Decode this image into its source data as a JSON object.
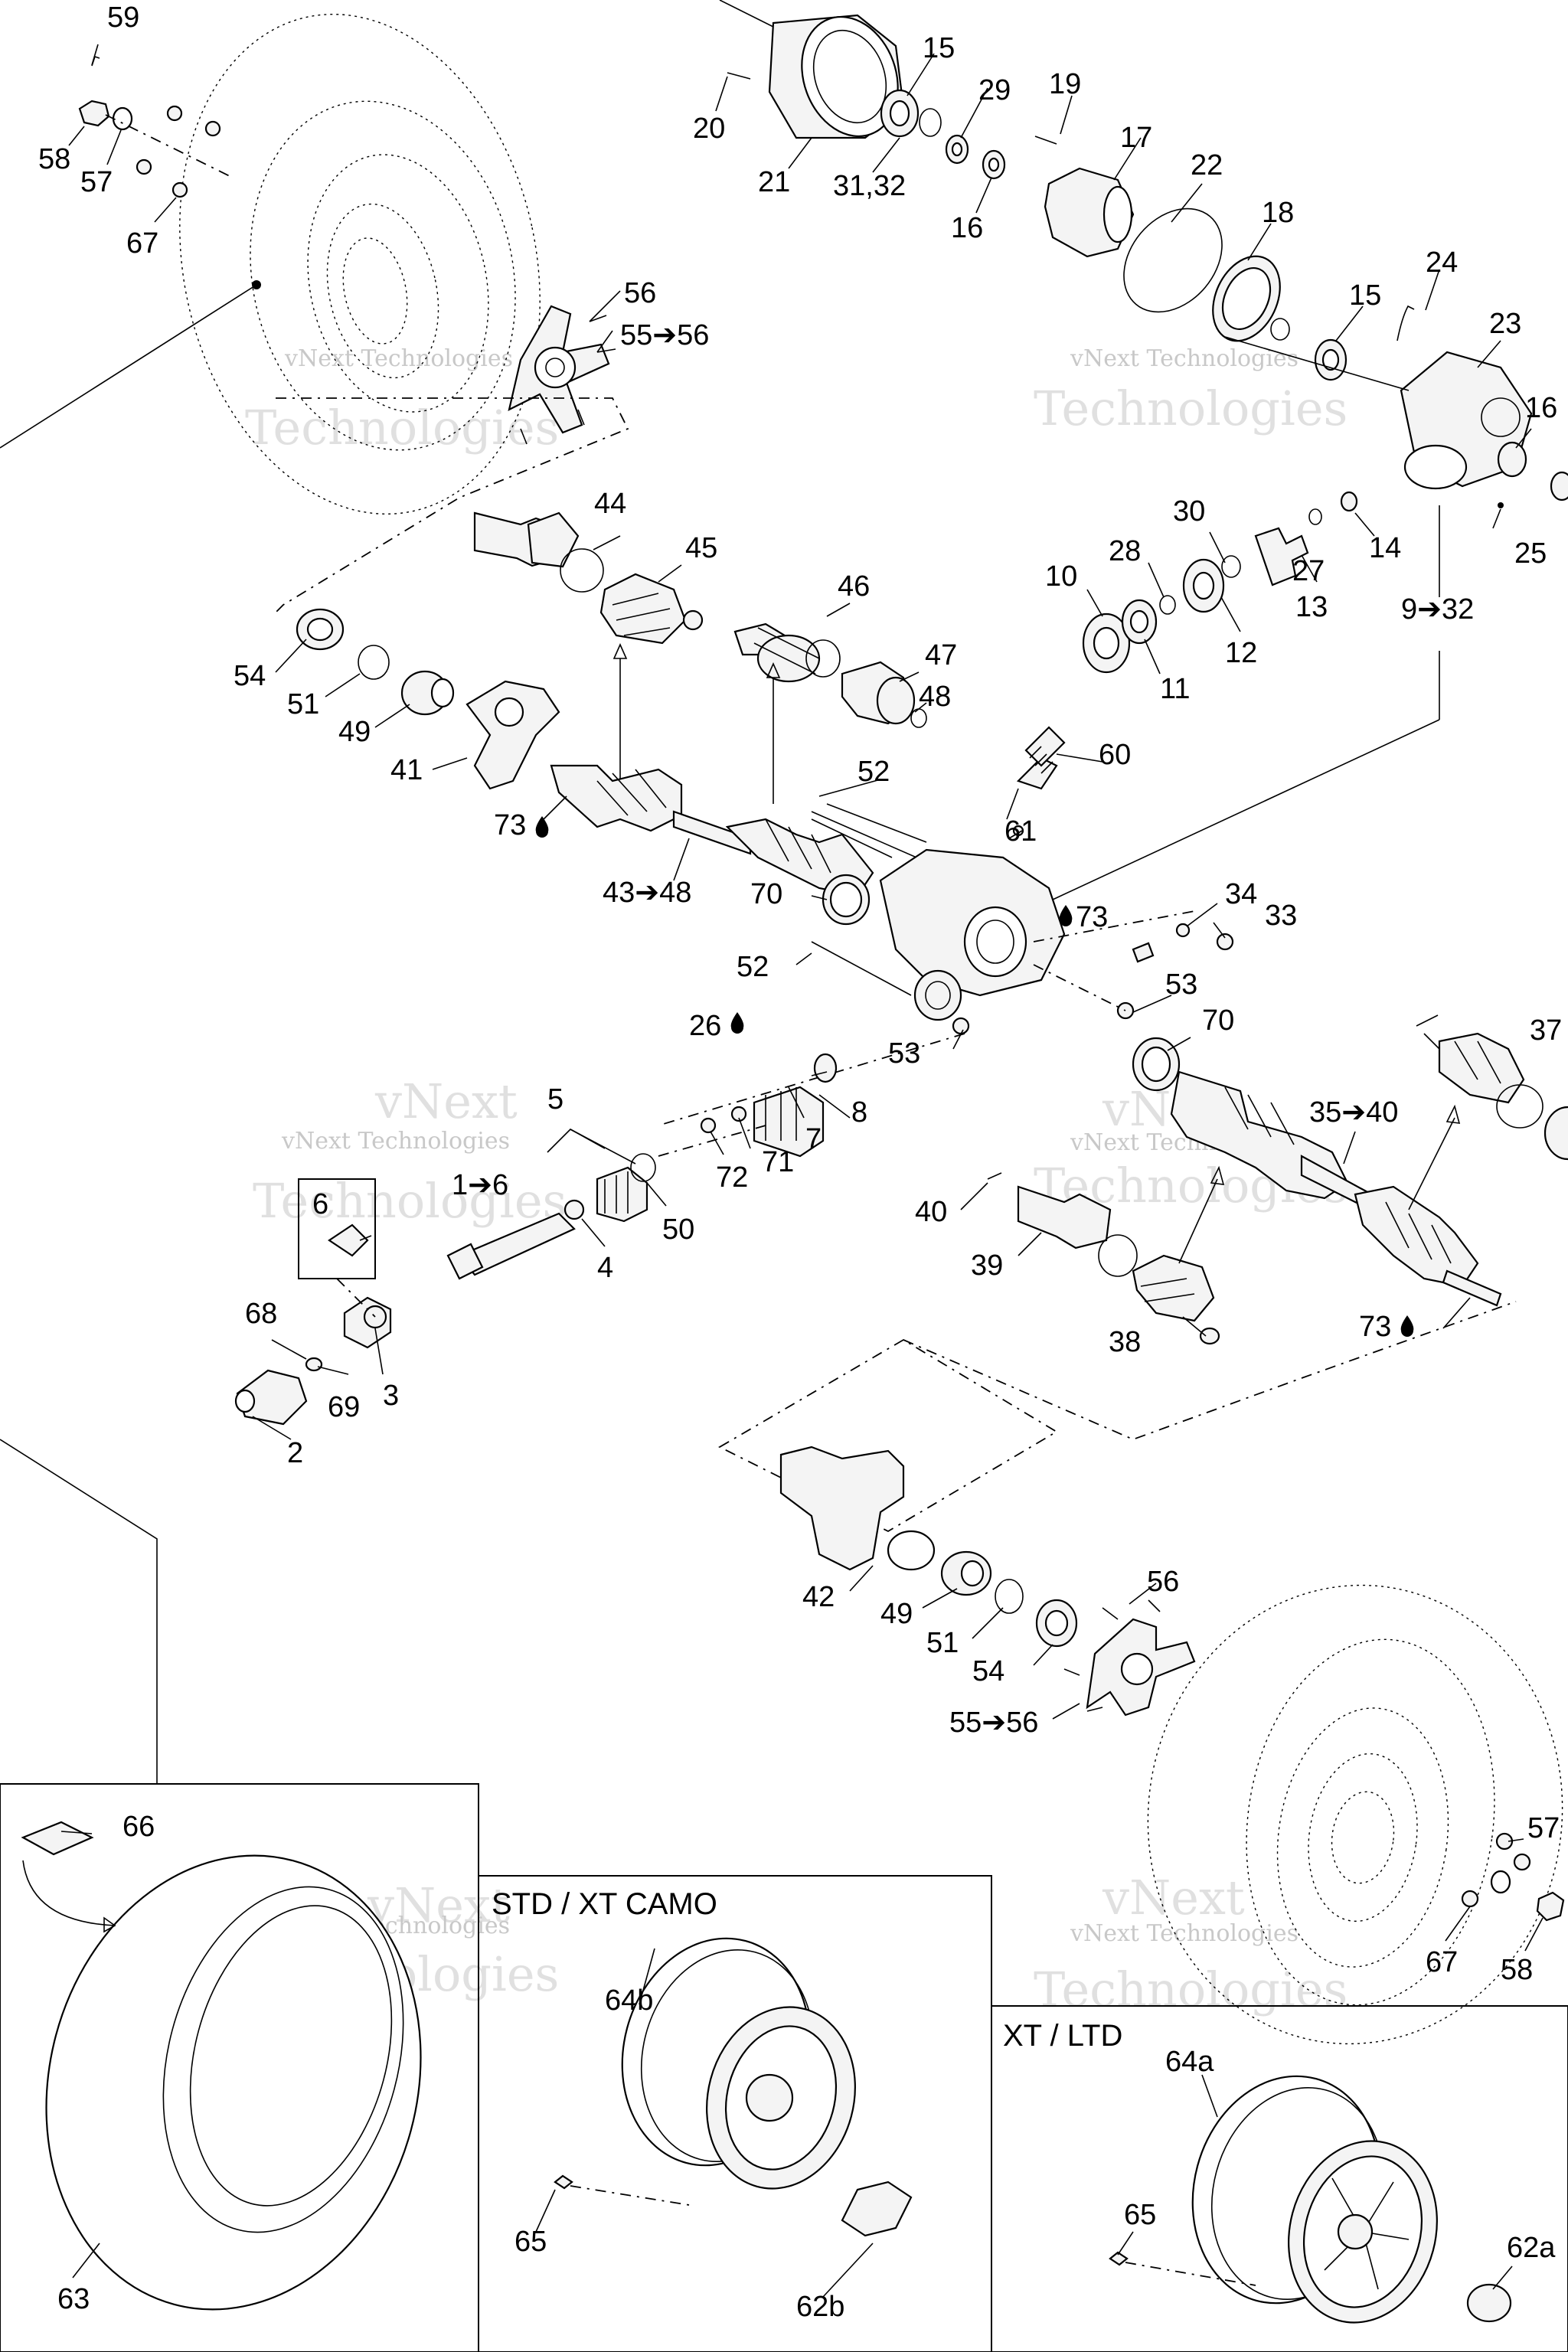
{
  "watermark": {
    "line1": "vNext",
    "line2": "Technologies",
    "line3": "vNext Technologies"
  },
  "boxes": {
    "std": {
      "title": "STD / XT CAMO"
    },
    "xt": {
      "title": "XT / LTD"
    }
  },
  "callouts": [
    {
      "id": "c59",
      "text": "59"
    },
    {
      "id": "c58a",
      "text": "58"
    },
    {
      "id": "c57a",
      "text": "57"
    },
    {
      "id": "c67a",
      "text": "67"
    },
    {
      "id": "c56a",
      "text": "56"
    },
    {
      "id": "c55a",
      "text": "55➔56"
    },
    {
      "id": "c20",
      "text": "20"
    },
    {
      "id": "c21",
      "text": "21"
    },
    {
      "id": "c15a",
      "text": "15"
    },
    {
      "id": "c29",
      "text": "29"
    },
    {
      "id": "c3132",
      "text": "31,32"
    },
    {
      "id": "c16a",
      "text": "16"
    },
    {
      "id": "c19",
      "text": "19"
    },
    {
      "id": "c17",
      "text": "17"
    },
    {
      "id": "c22",
      "text": "22"
    },
    {
      "id": "c18",
      "text": "18"
    },
    {
      "id": "c15b",
      "text": "15"
    },
    {
      "id": "c24",
      "text": "24"
    },
    {
      "id": "c23",
      "text": "23"
    },
    {
      "id": "c16b",
      "text": "16"
    },
    {
      "id": "c25",
      "text": "25"
    },
    {
      "id": "c30",
      "text": "30"
    },
    {
      "id": "c28",
      "text": "28"
    },
    {
      "id": "c10",
      "text": "10"
    },
    {
      "id": "c27",
      "text": "27"
    },
    {
      "id": "c14",
      "text": "14"
    },
    {
      "id": "c13",
      "text": "13"
    },
    {
      "id": "c12",
      "text": "12"
    },
    {
      "id": "c11",
      "text": "11"
    },
    {
      "id": "c932",
      "text": "9➔32"
    },
    {
      "id": "c44",
      "text": "44"
    },
    {
      "id": "c45",
      "text": "45"
    },
    {
      "id": "c46",
      "text": "46"
    },
    {
      "id": "c47",
      "text": "47"
    },
    {
      "id": "c48",
      "text": "48"
    },
    {
      "id": "c54a",
      "text": "54"
    },
    {
      "id": "c51a",
      "text": "51"
    },
    {
      "id": "c49a",
      "text": "49"
    },
    {
      "id": "c41",
      "text": "41"
    },
    {
      "id": "c73a",
      "text": "73"
    },
    {
      "id": "c4348",
      "text": "43➔48"
    },
    {
      "id": "c52a",
      "text": "52"
    },
    {
      "id": "c60",
      "text": "60"
    },
    {
      "id": "c61",
      "text": "61"
    },
    {
      "id": "c70a",
      "text": "70"
    },
    {
      "id": "c73b",
      "text": "73"
    },
    {
      "id": "c34",
      "text": "34"
    },
    {
      "id": "c33",
      "text": "33"
    },
    {
      "id": "c52b",
      "text": "52"
    },
    {
      "id": "c53a",
      "text": "53"
    },
    {
      "id": "c70b",
      "text": "70"
    },
    {
      "id": "c37",
      "text": "37"
    },
    {
      "id": "c26",
      "text": "26"
    },
    {
      "id": "c53b",
      "text": "53"
    },
    {
      "id": "c8",
      "text": "8"
    },
    {
      "id": "c5",
      "text": "5"
    },
    {
      "id": "c7",
      "text": "7"
    },
    {
      "id": "c71",
      "text": "71"
    },
    {
      "id": "c72",
      "text": "72"
    },
    {
      "id": "c16c",
      "text": "1➔6"
    },
    {
      "id": "c50",
      "text": "50"
    },
    {
      "id": "c4",
      "text": "4"
    },
    {
      "id": "c6",
      "text": "6"
    },
    {
      "id": "c3540",
      "text": "35➔40"
    },
    {
      "id": "c40",
      "text": "40"
    },
    {
      "id": "c39",
      "text": "39"
    },
    {
      "id": "c38",
      "text": "38"
    },
    {
      "id": "c73c",
      "text": "73"
    },
    {
      "id": "c68",
      "text": "68"
    },
    {
      "id": "c69",
      "text": "69"
    },
    {
      "id": "c3",
      "text": "3"
    },
    {
      "id": "c2",
      "text": "2"
    },
    {
      "id": "c42",
      "text": "42"
    },
    {
      "id": "c49b",
      "text": "49"
    },
    {
      "id": "c51b",
      "text": "51"
    },
    {
      "id": "c56b",
      "text": "56"
    },
    {
      "id": "c54b",
      "text": "54"
    },
    {
      "id": "c55b",
      "text": "55➔56"
    },
    {
      "id": "c57b",
      "text": "57"
    },
    {
      "id": "c67b",
      "text": "67"
    },
    {
      "id": "c58b",
      "text": "58"
    },
    {
      "id": "c66",
      "text": "66"
    },
    {
      "id": "c64b",
      "text": "64b"
    },
    {
      "id": "c65a",
      "text": "65"
    },
    {
      "id": "c62b",
      "text": "62b"
    },
    {
      "id": "c63",
      "text": "63"
    },
    {
      "id": "c64a",
      "text": "64a"
    },
    {
      "id": "c65b",
      "text": "65"
    },
    {
      "id": "c62a",
      "text": "62a"
    }
  ]
}
